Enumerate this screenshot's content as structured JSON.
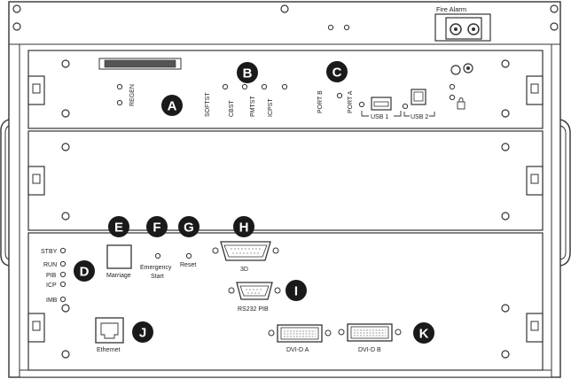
{
  "header": {
    "fire_alarm": "Fire Alarm"
  },
  "module1": {
    "regen": "REGEN",
    "softst": "SOFTST",
    "cbst": "CBST",
    "pmtst": "PMTST",
    "icpst": "ICPST",
    "port_b": "PORT B",
    "port_a": "PORT A",
    "usb1": "USB 1",
    "usb2": "USB 2"
  },
  "module3": {
    "stby": "STBY",
    "run": "RUN",
    "pib": "PIB",
    "icp": "ICP",
    "imb": "IMB",
    "marriage": "Marriage",
    "emergency": "Emergency",
    "start": "Start",
    "reset": "Reset",
    "port_3d": "3D",
    "rs232": "RS232 PIB",
    "ethernet": "Ethernet",
    "dvi_a": "DVI-D A",
    "dvi_b": "DVI-D B"
  },
  "callouts": {
    "a": "A",
    "b": "B",
    "c": "C",
    "d": "D",
    "e": "E",
    "f": "F",
    "g": "G",
    "h": "H",
    "i": "I",
    "j": "J",
    "k": "K"
  },
  "colors": {
    "line": "#333333",
    "callout": "#1a1a1a",
    "panel": "#ffffff"
  }
}
